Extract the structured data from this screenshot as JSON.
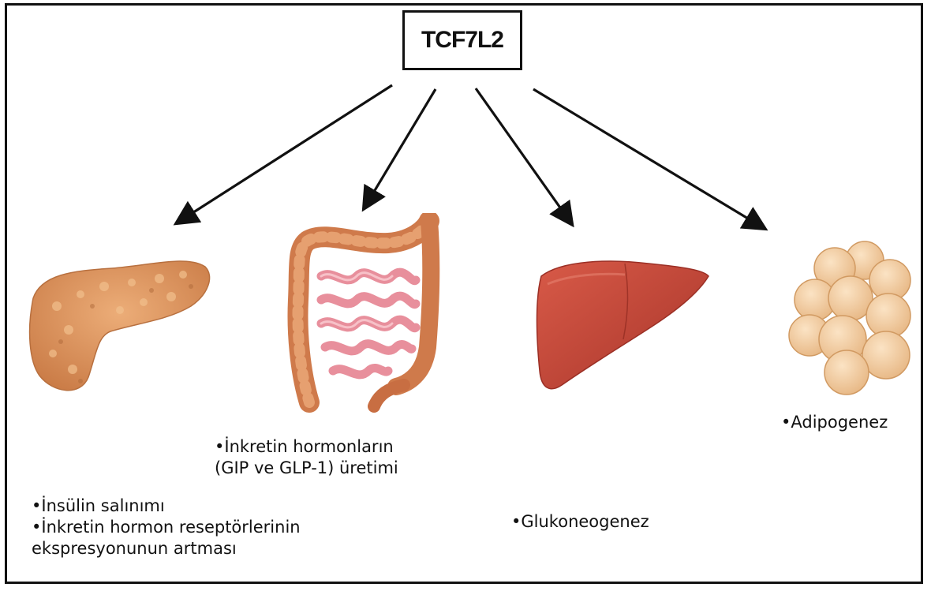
{
  "root": {
    "label": "TCF7L2"
  },
  "targets": [
    {
      "organ": "pancreas-icon",
      "lines": [
        "•İnsülin salınımı",
        "•İnkretin hormon reseptörlerinin",
        "ekspresyonunun artması"
      ]
    },
    {
      "organ": "intestine-icon",
      "lines": [
        "•İnkretin hormonların",
        "(GIP ve GLP-1) üretimi"
      ]
    },
    {
      "organ": "liver-icon",
      "lines": [
        "•Glukoneogenez"
      ]
    },
    {
      "organ": "adipose-icon",
      "lines": [
        "•Adipogenez"
      ]
    }
  ],
  "colors": {
    "pancreas": "#d9905a",
    "intestine_large": "#d98a58",
    "intestine_small": "#ec9aa6",
    "liver": "#c9483a",
    "adipose": "#f3cfa2"
  }
}
